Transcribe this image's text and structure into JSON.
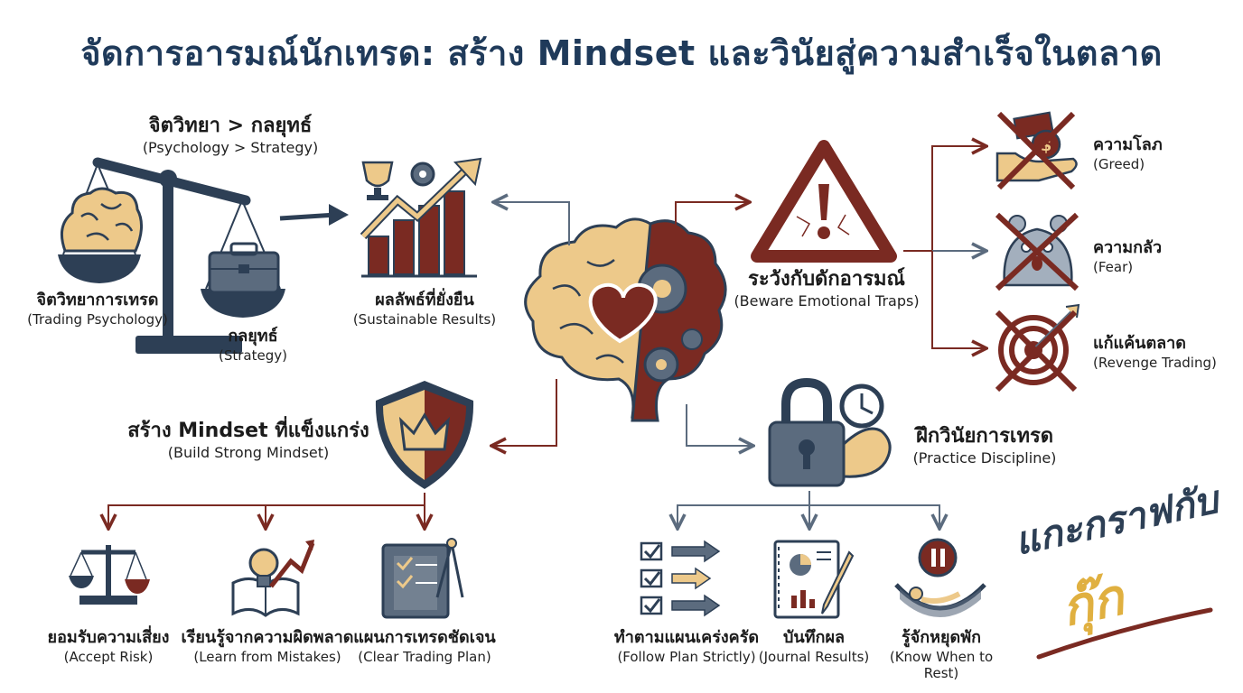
{
  "title": "จัดการอารมณ์นักเทรด: สร้าง Mindset และวินัยสู่ความสำเร็จในตลาด",
  "psychology_vs_strategy": {
    "heading_th": "จิตวิทยา > กลยุทธ์",
    "heading_en": "(Psychology > Strategy)",
    "psychology_th": "จิตวิทยาการเทรด",
    "psychology_en": "(Trading Psychology)",
    "strategy_th": "กลยุทธ์",
    "strategy_en": "(Strategy)"
  },
  "results": {
    "th": "ผลลัพธ์ที่ยั่งยืน",
    "en": "(Sustainable Results)"
  },
  "emotional_traps": {
    "th": "ระวังกับดักอารมณ์",
    "en": "(Beware Emotional Traps)",
    "items": [
      {
        "th": "ความโลภ",
        "en": "(Greed)",
        "icon": "greed-money-hand-icon"
      },
      {
        "th": "ความกลัว",
        "en": "(Fear)",
        "icon": "fear-bear-icon"
      },
      {
        "th": "แก้แค้นตลาด",
        "en": "(Revenge Trading)",
        "icon": "revenge-target-icon"
      }
    ]
  },
  "mindset": {
    "th": "สร้าง Mindset ที่แข็งแกร่ง",
    "en": "(Build Strong Mindset)",
    "items": [
      {
        "th": "ยอมรับความเสี่ยง",
        "en": "(Accept Risk)",
        "icon": "scale-icon"
      },
      {
        "th": "เรียนรู้จากความผิดพลาด",
        "en": "(Learn from Mistakes)",
        "icon": "book-lightbulb-icon"
      },
      {
        "th": "แผนการเทรดชัดเจน",
        "en": "(Clear Trading Plan)",
        "icon": "plan-blueprint-icon"
      }
    ]
  },
  "discipline": {
    "th": "ฝึกวินัยการเทรด",
    "en": "(Practice Discipline)",
    "items": [
      {
        "th": "ทำตามแผนเคร่งครัด",
        "en": "(Follow Plan Strictly)",
        "icon": "checklist-icon"
      },
      {
        "th": "บันทึกผล",
        "en": "(Journal Results)",
        "icon": "journal-icon"
      },
      {
        "th": "รู้จักหยุดพัก",
        "en": "(Know When to Rest)",
        "icon": "rest-hammock-icon"
      }
    ]
  },
  "brand": {
    "line1": "แกะกราฟกับ",
    "line2": "กุ๊ก"
  },
  "colors": {
    "navy": "#2d3f55",
    "maroon": "#7a2a22",
    "tan": "#edc98a",
    "slate": "#5b6b7e",
    "gold": "#e0b040"
  }
}
